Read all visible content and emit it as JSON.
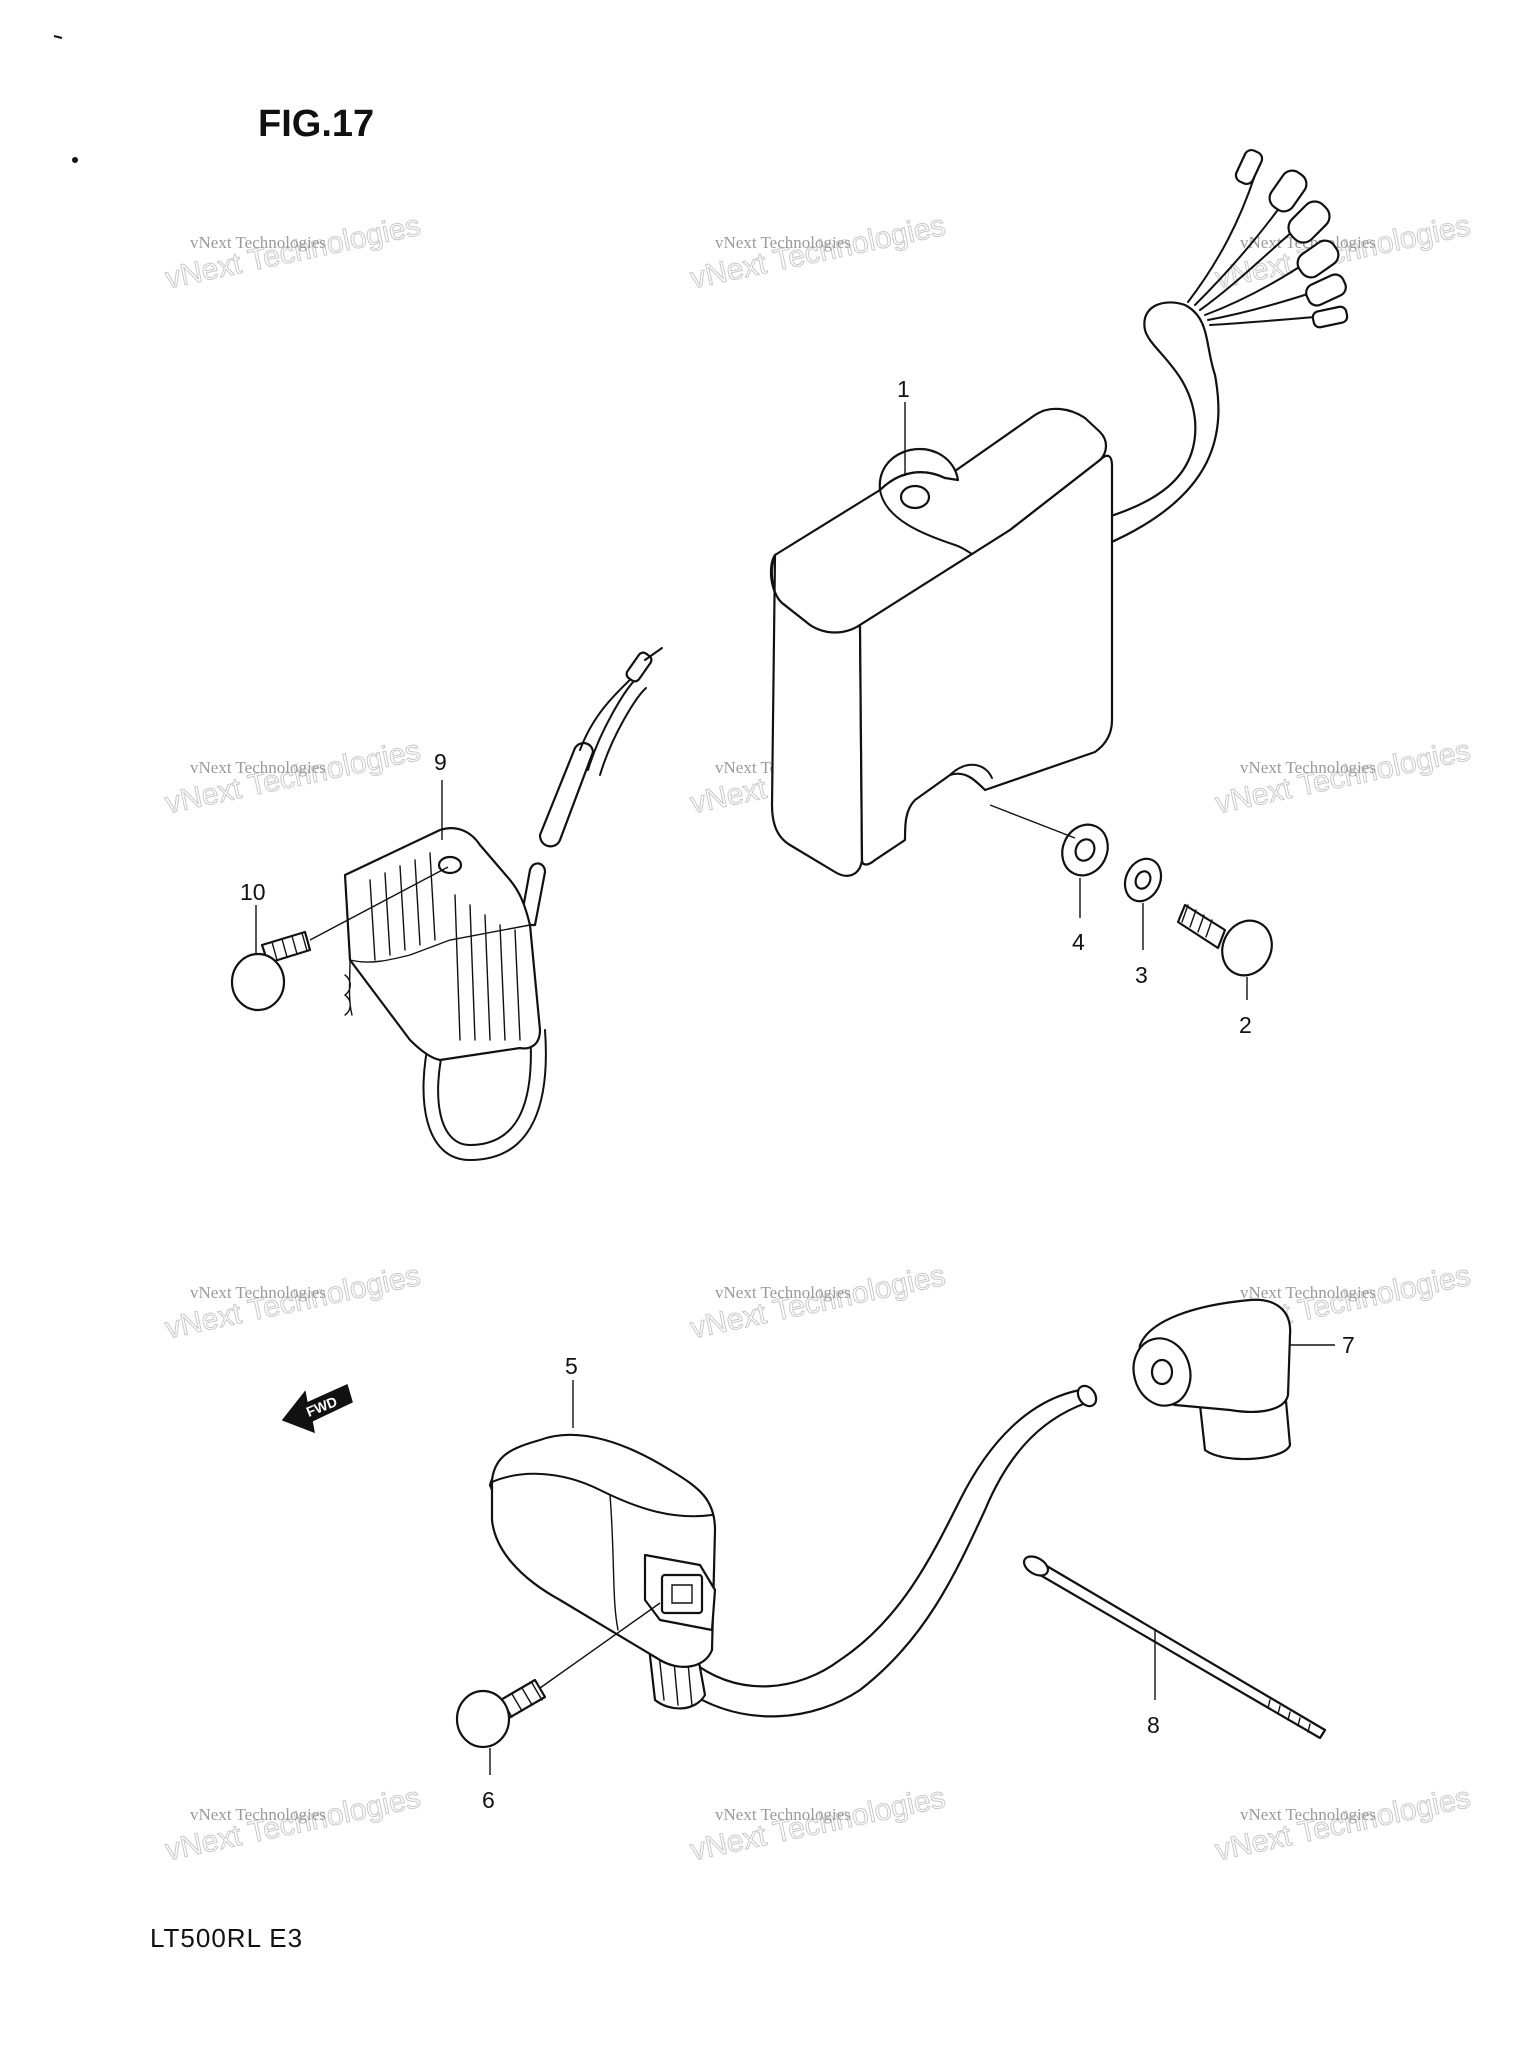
{
  "figure": {
    "title": "FIG.17"
  },
  "footer": {
    "model_code": "LT500RL  E3"
  },
  "direction_marker": {
    "label": "FWD",
    "icon": "fwd-arrow-icon"
  },
  "watermark": {
    "line1": "vNext Technologies",
    "line2": "vNext Technologies"
  },
  "callouts": [
    {
      "id": "1",
      "label": "1"
    },
    {
      "id": "2",
      "label": "2"
    },
    {
      "id": "3",
      "label": "3"
    },
    {
      "id": "4",
      "label": "4"
    },
    {
      "id": "5",
      "label": "5"
    },
    {
      "id": "6",
      "label": "6"
    },
    {
      "id": "7",
      "label": "7"
    },
    {
      "id": "8",
      "label": "8"
    },
    {
      "id": "9",
      "label": "9"
    },
    {
      "id": "10",
      "label": "10"
    }
  ]
}
